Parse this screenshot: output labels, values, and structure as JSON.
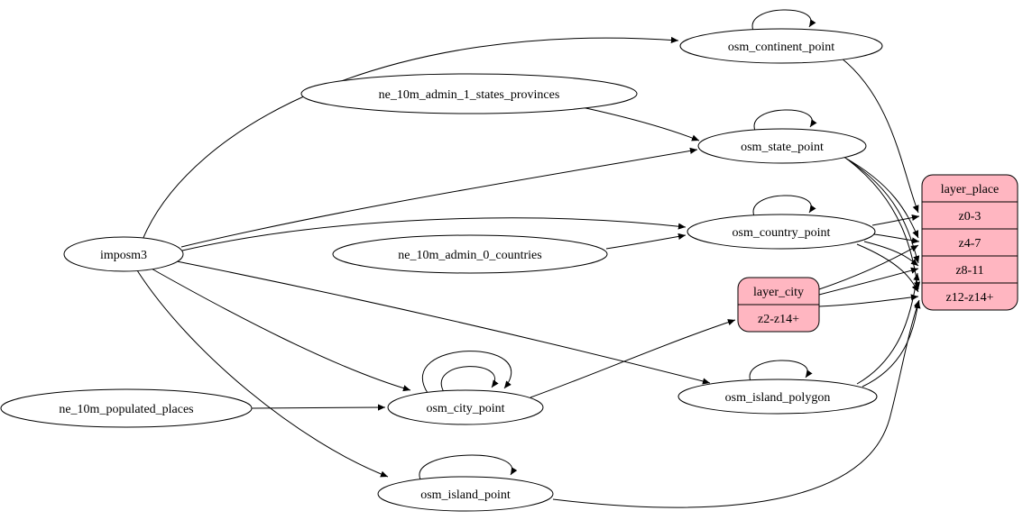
{
  "diagram": {
    "type": "graphviz-etl-graph",
    "colors": {
      "background": "#ffffff",
      "node_fill": "#ffffff",
      "record_fill": "#ffb6c1",
      "stroke": "#000000",
      "text": "#000000"
    },
    "nodes": {
      "imposm3": {
        "label": "imposm3"
      },
      "ne_10m_admin_1_states_provinces": {
        "label": "ne_10m_admin_1_states_provinces"
      },
      "ne_10m_admin_0_countries": {
        "label": "ne_10m_admin_0_countries"
      },
      "ne_10m_populated_places": {
        "label": "ne_10m_populated_places"
      },
      "osm_continent_point": {
        "label": "osm_continent_point"
      },
      "osm_state_point": {
        "label": "osm_state_point"
      },
      "osm_country_point": {
        "label": "osm_country_point"
      },
      "osm_city_point": {
        "label": "osm_city_point"
      },
      "osm_island_polygon": {
        "label": "osm_island_polygon"
      },
      "osm_island_point": {
        "label": "osm_island_point"
      }
    },
    "records": {
      "layer_city": {
        "title": "layer_city",
        "rows": [
          "z2-z14+"
        ]
      },
      "layer_place": {
        "title": "layer_place",
        "rows": [
          "z0-3",
          "z4-7",
          "z8-11",
          "z12-z14+"
        ]
      }
    },
    "edges": [
      {
        "from": "imposm3",
        "to": "osm_continent_point"
      },
      {
        "from": "imposm3",
        "to": "osm_state_point"
      },
      {
        "from": "imposm3",
        "to": "osm_country_point"
      },
      {
        "from": "imposm3",
        "to": "osm_city_point"
      },
      {
        "from": "imposm3",
        "to": "osm_island_polygon"
      },
      {
        "from": "imposm3",
        "to": "osm_island_point"
      },
      {
        "from": "ne_10m_admin_1_states_provinces",
        "to": "osm_state_point"
      },
      {
        "from": "ne_10m_admin_0_countries",
        "to": "osm_country_point"
      },
      {
        "from": "ne_10m_populated_places",
        "to": "osm_city_point"
      },
      {
        "from": "osm_continent_point",
        "to": "osm_continent_point"
      },
      {
        "from": "osm_state_point",
        "to": "osm_state_point"
      },
      {
        "from": "osm_country_point",
        "to": "osm_country_point"
      },
      {
        "from": "osm_city_point",
        "to": "osm_city_point"
      },
      {
        "from": "osm_city_point",
        "to": "osm_city_point"
      },
      {
        "from": "osm_island_polygon",
        "to": "osm_island_polygon"
      },
      {
        "from": "osm_island_point",
        "to": "osm_island_point"
      },
      {
        "from": "osm_city_point",
        "to": "layer_city:z2-z14+"
      },
      {
        "from": "osm_continent_point",
        "to": "layer_place:z0-3"
      },
      {
        "from": "osm_country_point",
        "to": "layer_place:z0-3"
      },
      {
        "from": "osm_country_point",
        "to": "layer_place:z4-7"
      },
      {
        "from": "osm_country_point",
        "to": "layer_place:z8-11"
      },
      {
        "from": "osm_country_point",
        "to": "layer_place:z12-z14+"
      },
      {
        "from": "osm_state_point",
        "to": "layer_place:z4-7"
      },
      {
        "from": "osm_state_point",
        "to": "layer_place:z8-11"
      },
      {
        "from": "osm_state_point",
        "to": "layer_place:z12-z14+"
      },
      {
        "from": "layer_city:z2-z14+",
        "to": "layer_place:z4-7"
      },
      {
        "from": "layer_city:z2-z14+",
        "to": "layer_place:z8-11"
      },
      {
        "from": "layer_city:z2-z14+",
        "to": "layer_place:z12-z14+"
      },
      {
        "from": "osm_island_polygon",
        "to": "layer_place:z8-11"
      },
      {
        "from": "osm_island_polygon",
        "to": "layer_place:z12-z14+"
      },
      {
        "from": "osm_island_point",
        "to": "layer_place:z12-z14+"
      }
    ]
  }
}
